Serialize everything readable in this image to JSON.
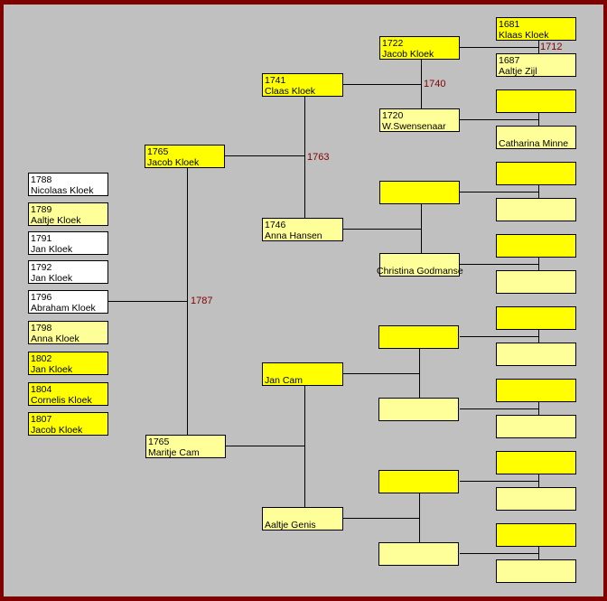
{
  "colors": {
    "frame": "#800000",
    "background": "#c0c0c0",
    "male": "#ffff00",
    "female": "#ffff99",
    "child_unknown": "#ffffff",
    "marriage_year": "#800000"
  },
  "children": [
    {
      "year": "1788",
      "name": "Nicolaas Kloek",
      "color": "#ffffff"
    },
    {
      "year": "1789",
      "name": "Aaltje Kloek",
      "color": "#ffff99"
    },
    {
      "year": "1791",
      "name": "Jan Kloek",
      "color": "#ffffff"
    },
    {
      "year": "1792",
      "name": "Jan Kloek",
      "color": "#ffffff"
    },
    {
      "year": "1796",
      "name": "Abraham Kloek",
      "color": "#ffffff"
    },
    {
      "year": "1798",
      "name": "Anna Kloek",
      "color": "#ffff99"
    },
    {
      "year": "1802",
      "name": "Jan Kloek",
      "color": "#ffff00"
    },
    {
      "year": "1804",
      "name": "Cornelis Kloek",
      "color": "#ffff00"
    },
    {
      "year": "1807",
      "name": "Jacob Kloek",
      "color": "#ffff00"
    }
  ],
  "parents": {
    "marriage": "1787",
    "people": [
      {
        "year": "1765",
        "name": "Jacob Kloek"
      },
      {
        "year": "1765",
        "name": "Maritje Cam"
      }
    ]
  },
  "grandparents": [
    {
      "marriage": "1763",
      "people": [
        {
          "year": "1741",
          "name": "Claas Kloek"
        },
        {
          "year": "1746",
          "name": "Anna Hansen"
        }
      ]
    },
    {
      "marriage": "",
      "people": [
        {
          "year": "",
          "name": "Jan Cam"
        },
        {
          "year": "",
          "name": "Aaltje Genis"
        }
      ]
    }
  ],
  "great_grandparents": [
    {
      "marriage": "1740",
      "people": [
        {
          "year": "1722",
          "name": "Jacob Kloek"
        },
        {
          "year": "1720",
          "name": "W.Swensenaar"
        }
      ]
    },
    {
      "marriage": "",
      "people": [
        {
          "year": "",
          "name": ""
        },
        {
          "year": "",
          "name": "Christina Godmanse"
        }
      ]
    },
    {
      "marriage": "",
      "people": [
        {
          "year": "",
          "name": ""
        },
        {
          "year": "",
          "name": ""
        }
      ]
    },
    {
      "marriage": "",
      "people": [
        {
          "year": "",
          "name": ""
        },
        {
          "year": "",
          "name": ""
        }
      ]
    }
  ],
  "great_great_grandparents": [
    {
      "marriage": "1712",
      "people": [
        {
          "year": "1681",
          "name": "Klaas Kloek"
        },
        {
          "year": "1687",
          "name": "Aaltje Zijl"
        }
      ]
    },
    {
      "marriage": "",
      "people": [
        {
          "year": "",
          "name": ""
        },
        {
          "year": "",
          "name": "Catharina Minne"
        }
      ]
    },
    {
      "marriage": "",
      "people": [
        {
          "year": "",
          "name": ""
        },
        {
          "year": "",
          "name": ""
        }
      ]
    },
    {
      "marriage": "",
      "people": [
        {
          "year": "",
          "name": ""
        },
        {
          "year": "",
          "name": ""
        }
      ]
    },
    {
      "marriage": "",
      "people": [
        {
          "year": "",
          "name": ""
        },
        {
          "year": "",
          "name": ""
        }
      ]
    },
    {
      "marriage": "",
      "people": [
        {
          "year": "",
          "name": ""
        },
        {
          "year": "",
          "name": ""
        }
      ]
    },
    {
      "marriage": "",
      "people": [
        {
          "year": "",
          "name": ""
        },
        {
          "year": "",
          "name": ""
        }
      ]
    },
    {
      "marriage": "",
      "people": [
        {
          "year": "",
          "name": ""
        },
        {
          "year": "",
          "name": ""
        }
      ]
    }
  ]
}
